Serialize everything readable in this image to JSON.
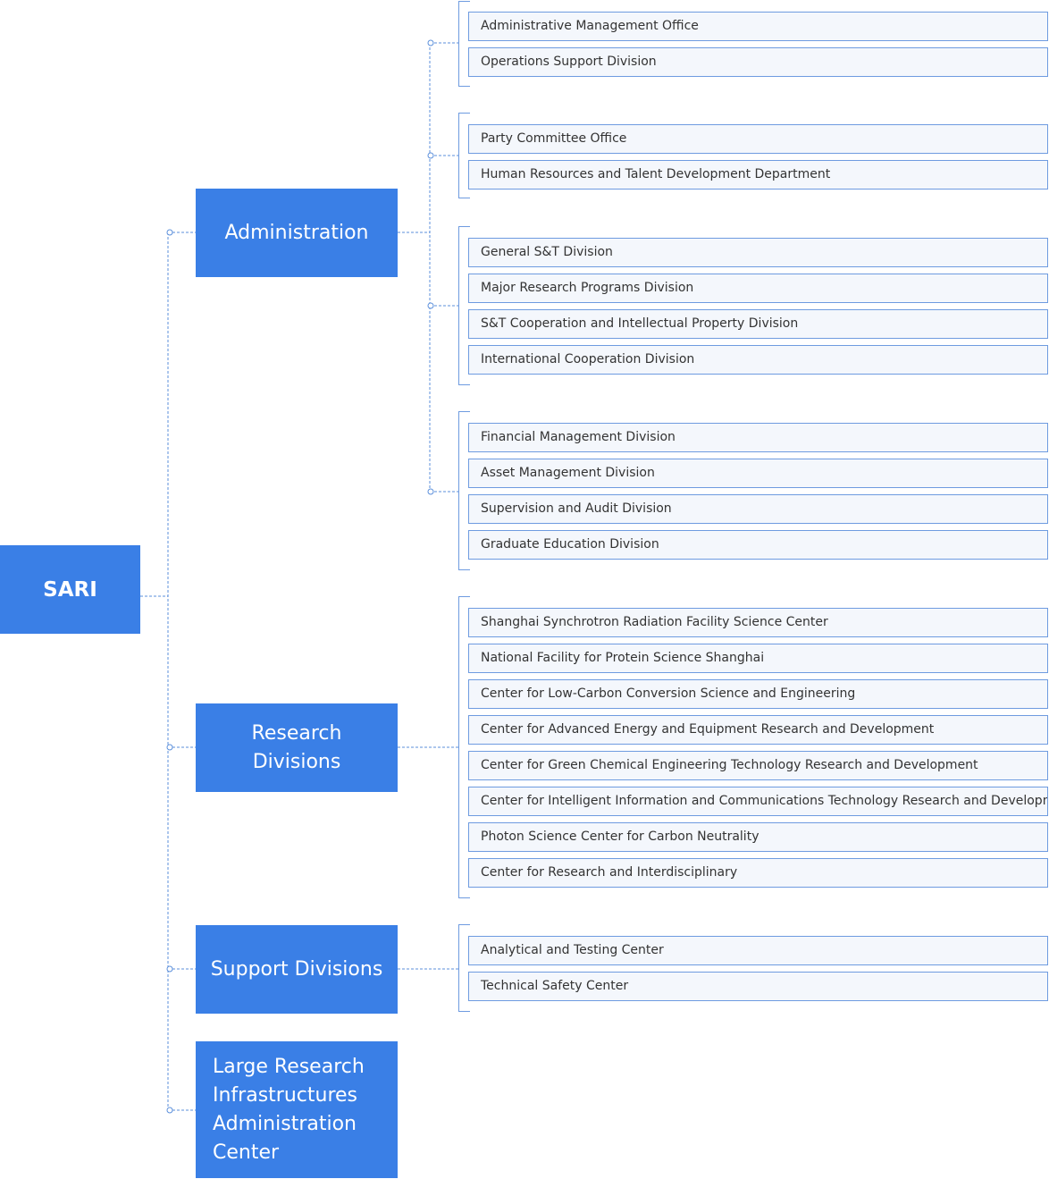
{
  "colors": {
    "node": "#3a7fe6",
    "node_text": "#ffffff",
    "leaf_border": "#6e9be0",
    "leaf_bg": "#f4f7fc",
    "leaf_text": "#333333",
    "connector": "#5b8fdb"
  },
  "root": {
    "label": "SARI"
  },
  "branches": {
    "administration": {
      "label": "Administration",
      "groups": [
        [
          "Administrative Management Office",
          "Operations Support Division"
        ],
        [
          "Party Committee Office",
          "Human Resources and Talent Development Department"
        ],
        [
          "General S&T Division",
          "Major Research Programs Division",
          "S&T Cooperation and Intellectual Property Division",
          "International Cooperation Division"
        ],
        [
          "Financial Management Division",
          "Asset Management Division",
          "Supervision and Audit Division",
          "Graduate Education Division"
        ]
      ]
    },
    "research": {
      "label": "Research Divisions",
      "items": [
        "Shanghai Synchrotron Radiation Facility Science Center",
        "National Facility for Protein Science Shanghai",
        "Center for Low-Carbon Conversion Science and Engineering",
        "Center for Advanced Energy and Equipment Research and Development",
        "Center for Green Chemical Engineering Technology Research and Development",
        "Center for Intelligent Information and Communications Technology Research and Development",
        "Photon Science Center for Carbon Neutrality",
        "Center for Research and Interdisciplinary"
      ]
    },
    "support": {
      "label": "Support Divisions",
      "items": [
        "Analytical and Testing Center",
        "Technical Safety Center"
      ]
    },
    "infrastructure": {
      "label": "Large Research Infrastructures Administration Center"
    }
  }
}
